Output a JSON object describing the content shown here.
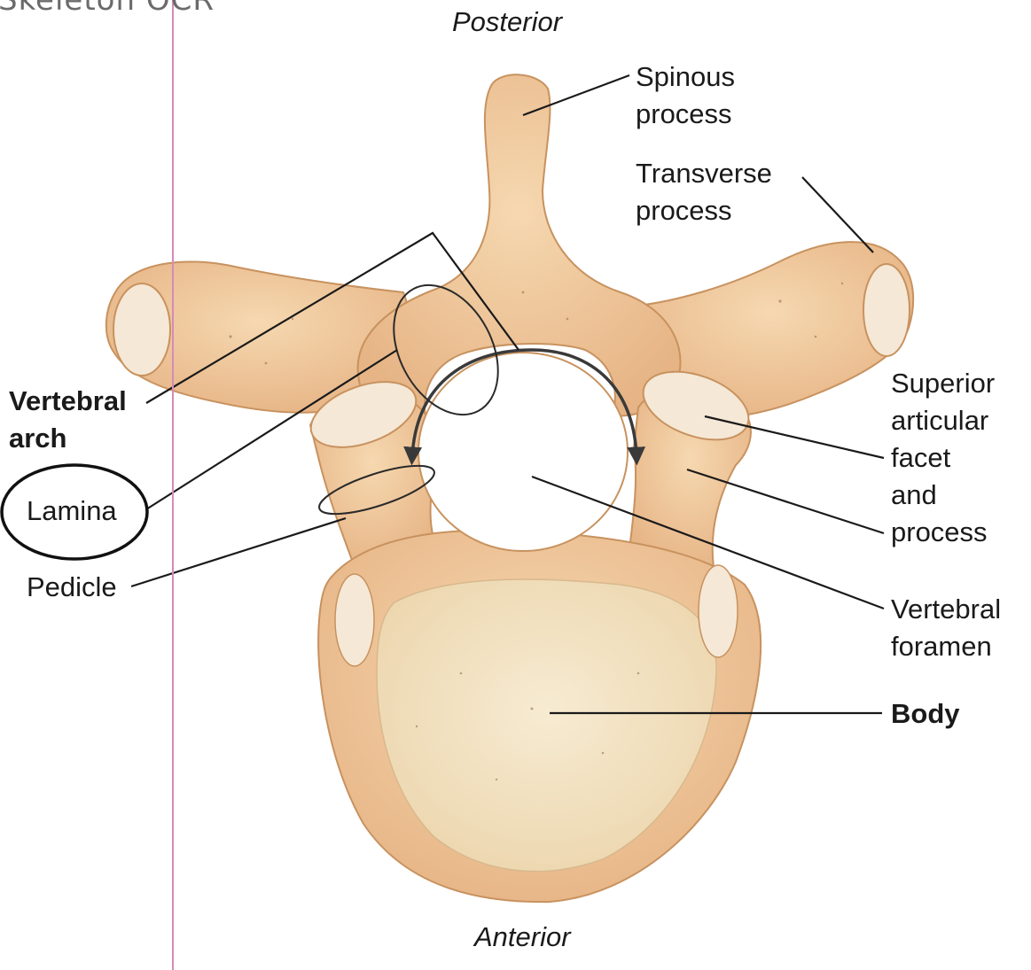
{
  "header": {
    "cropped_title": "Skeleton OCR"
  },
  "orientation": {
    "top": "Posterior",
    "bottom": "Anterior"
  },
  "labels": {
    "spinous": "Spinous\nprocess",
    "transverse": "Transverse\nprocess",
    "superior": "Superior\narticular\nfacet\nand\nprocess",
    "foramen": "Vertebral\nforamen",
    "body": "Body",
    "arch": "Vertebral\narch",
    "lamina": "Lamina",
    "pedicle": "Pedicle"
  },
  "colors": {
    "bone": "#f0cca0",
    "bone_shadow": "#d9a877",
    "cartilage": "#f5e8d6",
    "body_core": "#f4e3c2",
    "leader": "#1a1a1a",
    "margin_rule": "#d68bb8"
  }
}
